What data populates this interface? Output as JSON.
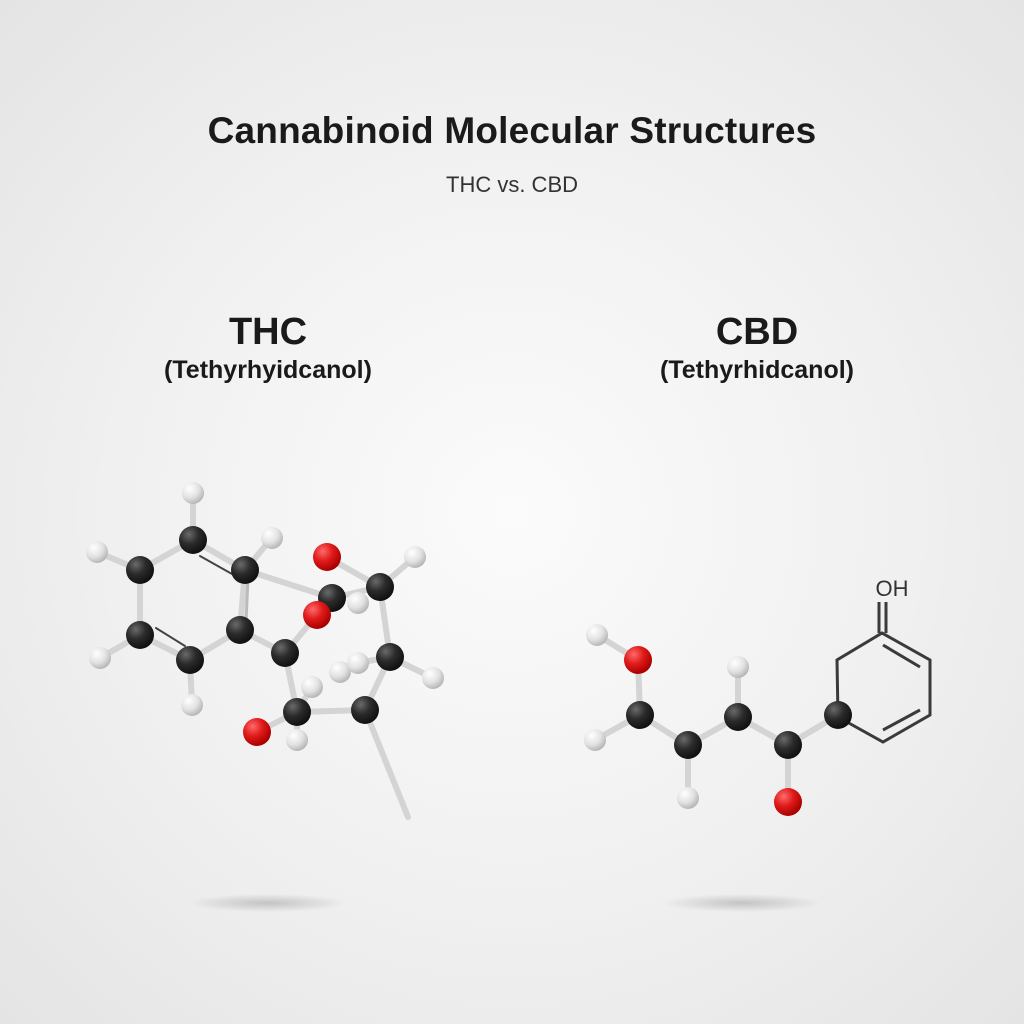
{
  "title": "Cannabinoid Molecular Structures",
  "subtitle": "THC vs. CBD",
  "molecules": [
    {
      "name": "THC",
      "full_name": "(Tethyrhyidcanol)"
    },
    {
      "name": "CBD",
      "full_name": "(Tethyrhidcanol)",
      "ring_label": "OH"
    }
  ],
  "colors": {
    "carbon": "#2b2b2b",
    "oxygen": "#e01b1b",
    "hydrogen": "#e6e6e6",
    "bond": "#d4d4d4",
    "skeletal": "#3a3a3a"
  }
}
